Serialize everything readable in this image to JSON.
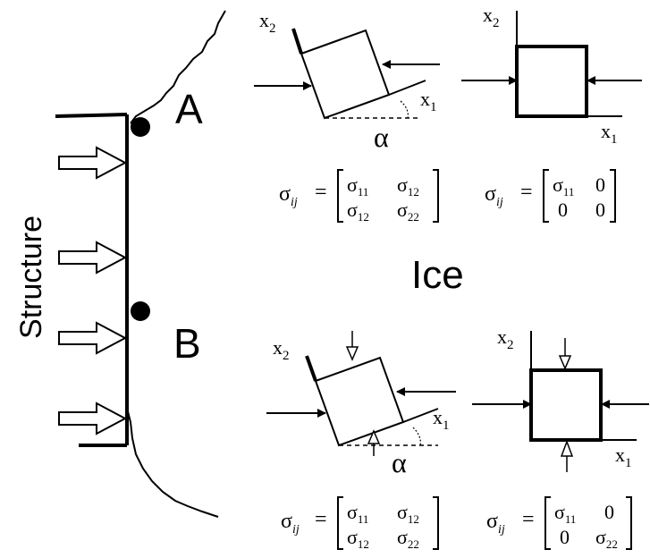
{
  "labels": {
    "structure": "Structure",
    "point_a": "A",
    "point_b": "B",
    "ice": "Ice",
    "x1": "x",
    "x1_sub": "1",
    "x2": "x",
    "x2_sub": "2",
    "alpha": "α"
  },
  "matrices": {
    "lhs": "σ",
    "lhs_sub": "ij",
    "eq": "=",
    "top_left": {
      "r1c1": "σ",
      "r1c1_sub": "11",
      "r1c2": "σ",
      "r1c2_sub": "12",
      "r2c1": "σ",
      "r2c1_sub": "12",
      "r2c2": "σ",
      "r2c2_sub": "22"
    },
    "top_right": {
      "r1c1": "σ",
      "r1c1_sub": "11",
      "r1c2": "0",
      "r2c1": "0",
      "r2c2": "0"
    },
    "bottom_left": {
      "r1c1": "σ",
      "r1c1_sub": "11",
      "r1c2": "σ",
      "r1c2_sub": "12",
      "r2c1": "σ",
      "r2c1_sub": "12",
      "r2c2": "σ",
      "r2c2_sub": "22"
    },
    "bottom_right": {
      "r1c1": "σ",
      "r1c1_sub": "11",
      "r1c2": "0",
      "r2c1": "0",
      "r2c2": "σ",
      "r2c2_sub": "22"
    }
  },
  "colors": {
    "ink": "#000000",
    "background": "#ffffff"
  }
}
